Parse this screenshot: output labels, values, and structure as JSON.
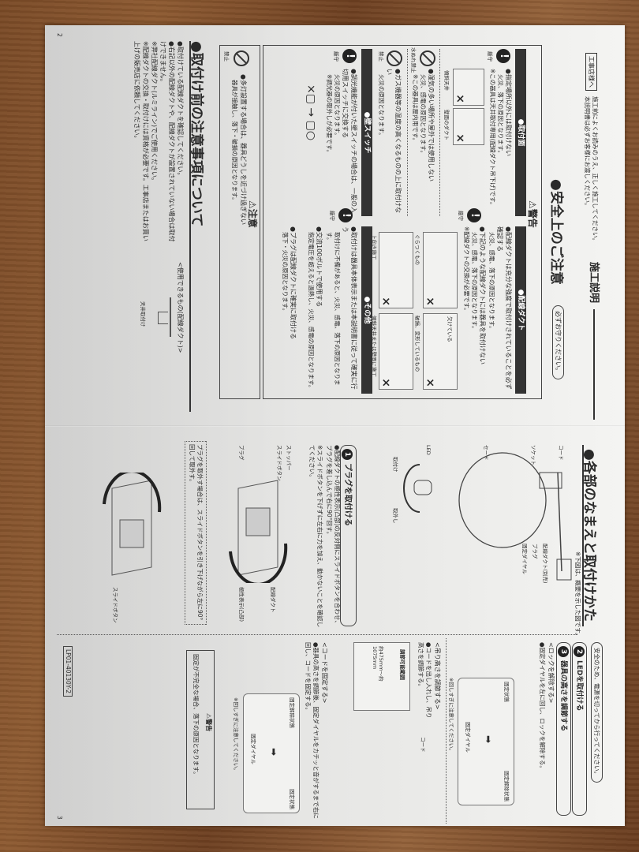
{
  "page2": {
    "page_number": "2",
    "header_title": "施工説明",
    "notice_label": "工事店様へ",
    "notice_text": "施工前によくお読みのうえ、正しく施工してください。",
    "notice_sub": "本説明書は必ずお客様にお渡しください。",
    "section_title": "●安全上のご注意",
    "must_badge": "必ずお守りください。",
    "warning_title": "⚠警告",
    "mount": {
      "header": "●取付面",
      "item1": "●指定場所以外には取付けない",
      "item1_sub": "火災、落下の原因となります。",
      "item1_note": "※この器具は天井取付専用(配線ダクト吊下げ)です。",
      "fig1": "傾斜天井",
      "fig2": "壁面のダクト",
      "icon": "厳守",
      "item2": "●湿気の多い場所や屋外では使用しない",
      "item2_sub": "火災、感電の原因となります。",
      "item2_note": "※この器具は屋内用です。",
      "item2_icon": "水ぬれ禁止",
      "item3": "●ガス機器等の温度の高くなるものの上に取付けない",
      "item3_sub": "火災の原因となります。",
      "item3_icon": "禁止"
    },
    "duct": {
      "header": "●配線ダクト",
      "item1": "●配線ダクトは充分な強度で取付けされていることを必ず確認する",
      "item1_sub": "火災、感電、落下の原因となります。",
      "item2": "●下記のような配線ダクトには器具を取付けない",
      "item2_sub": "火災、感電、落下の原因となります。",
      "item2_note": "※配線ダクトの交換が必要です。",
      "fig1": "欠けている",
      "fig2": "破損、変形しているもの",
      "fig3": "ぐらつくもの",
      "fig4": "上向き施工",
      "fig5": "傾斜天井または壁面に施工",
      "icon": "厳守"
    },
    "switch": {
      "header": "●壁スイッチ",
      "item1": "●調光機能が付いた壁スイッチの場合は、一般の入切用スイッチに交換する",
      "item1_sub": "火災の原因となります。",
      "item1_note": "※調光器の取外しが必要です。",
      "icon": "厳守"
    },
    "other": {
      "header": "●その他",
      "item1": "●取付けは器具本体表示または本説明書に従って確実に行う",
      "item1_sub": "取付けに不備があると、火災、感電、落下の原因となります。",
      "item2": "●交流100ボルトで使用する",
      "item2_sub": "指定電圧を超えると過熱し、火災、感電の原因となります。",
      "item3": "●プラグは配線ダクトに確実に取付ける",
      "item3_sub": "落下・火災の原因となります。",
      "icon": "厳守"
    },
    "caution_title": "⚠注意",
    "caution_item": "●多灯設置する場合は、器具どうしを近づけ過ぎない",
    "caution_sub": "器具が接触し、落下・破損の原因となります。",
    "caution_icon": "禁止",
    "before_title": "●取付け前の注意事項について",
    "before_items": [
      "●取付けている配線ダクトを確認してください。",
      "●右記以外の配線ダクトや、配線ダクトが設置されていない場合は取付けできません。",
      "※弊社配線ダクト(ルミライン)でご使用ください。",
      "※配線ダクトの交換・取付けには資格が必要です。工事店またはお買い上げの販売店に依頼してください。"
    ],
    "usable_label": "<使用できるもの(配線ダクト)>",
    "usable_fig": "天井取付け"
  },
  "page3": {
    "page_number": "3",
    "section_title": "●各部のなまえと取付けかた",
    "figure_note": "※下図は、概要を示した図です。",
    "parts": [
      "配線ダクト(別売)",
      "プラグ",
      "固定ダイヤル",
      "コード",
      "ソケット",
      "セード",
      "LED"
    ],
    "led_attach": "取付け",
    "led_detach": "取外し",
    "step1_title": "プラグを取付ける",
    "step1_text": "●配線ダクトの極性表示(凸部)の反対側にスライドボタンを合わせ、プラグを差し込んで右に90°回す。",
    "step1_note": "※スライドボタンを下げずに左右に力を加え、動かないことを確認してください。",
    "fig_labels": [
      "ストッパー",
      "スライドボタン",
      "プラグ",
      "配線ダクト",
      "極性表示(凸部)",
      "スライドボタン"
    ],
    "remove_note": "プラグを取外す場合は、スライドボタンを引き下げながら左に90°回して取外す。",
    "safety_badge": "安全のため、電源を切ってから行ってください。",
    "step2_title": "LEDを取付ける",
    "step3_title": "器具の高さを調節する",
    "unlock_title": "<ロックを解除する>",
    "unlock_text": "●固定ダイヤルを左に回し、ロックを解除する。",
    "state_fixed": "固定状態",
    "state_released": "固定解除状態",
    "dial_label": "固定ダイヤル",
    "over_turn_note": "※回しすぎに注意してください。",
    "height_title": "<吊り高さを調節する>",
    "height_text": "●コードを出し入れし、吊り高さを調節する。",
    "range_title": "調節可能範囲",
    "range_text": "約475mm〜約1075mm",
    "cord_label": "コード",
    "fix_title": "<コードを固定する>",
    "fix_text": "●器具の高さを調節後、固定ダイヤルをカチッと音がするまで右に回し、コードを固定する。",
    "warning_title": "⚠警告",
    "warning_text": "固定が不完全な場合、落下の原因となります。",
    "model_code": "LP01-40130Y-2"
  }
}
